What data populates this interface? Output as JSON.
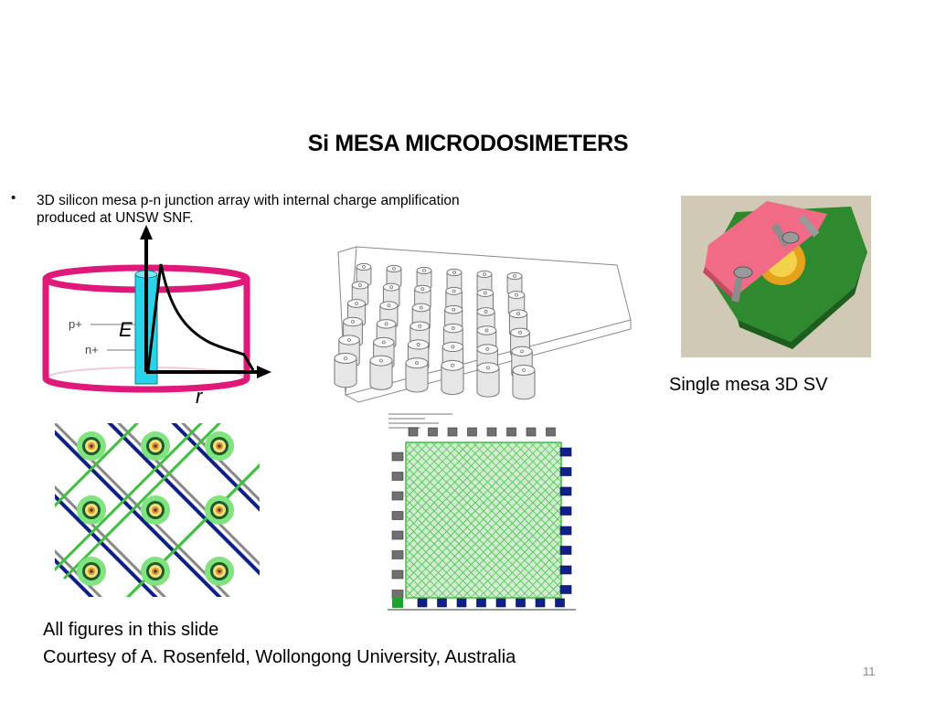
{
  "slide": {
    "title": "Si MESA MICRODOSIMETERS",
    "bullet": "3D silicon mesa p-n junction array with internal charge amplification produced at UNSW SNF.",
    "diagram_labels": {
      "p_plus": "p+",
      "n_plus": "n+",
      "field": "E",
      "radius": "r"
    },
    "caption_single_mesa": "Single mesa 3D SV",
    "credit_line1": "All figures in this slide",
    "credit_line2": "Courtesy of A. Rosenfeld, Wollongong University, Australia",
    "page_number": "11"
  },
  "colors": {
    "cylinder": "#e0187a",
    "electrode": "#2ad4e8",
    "mesa_top": "#f26b86",
    "mesa_base": "#3e9b3e",
    "array_green": "#3fbf3f",
    "array_blue": "#10208a",
    "pad_gray": "#707070"
  },
  "icons": [
    "bullet-dot-icon"
  ]
}
